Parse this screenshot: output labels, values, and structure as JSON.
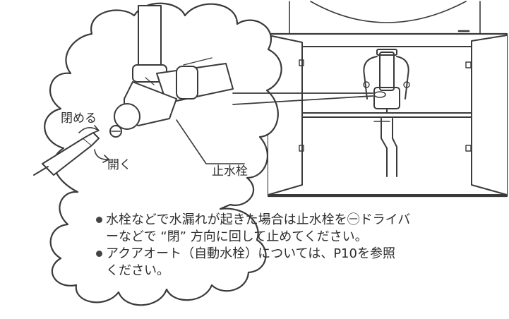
{
  "labels": {
    "close": "閉める",
    "open": "開く",
    "stop_valve": "止水栓"
  },
  "notes": [
    {
      "lines": [
        "水栓などで水漏れが起きた場合は止水栓を㊀ドライバ",
        "ーなどで “閉” 方向に回して止めてください。"
      ]
    },
    {
      "lines": [
        "アクアオート（自動水栓）については、P10を参照",
        "ください。"
      ]
    }
  ],
  "colors": {
    "line": "#3a3a3a",
    "background": "#ffffff"
  },
  "icons": [
    "screwdriver-icon",
    "rotate-arrow-icon"
  ]
}
